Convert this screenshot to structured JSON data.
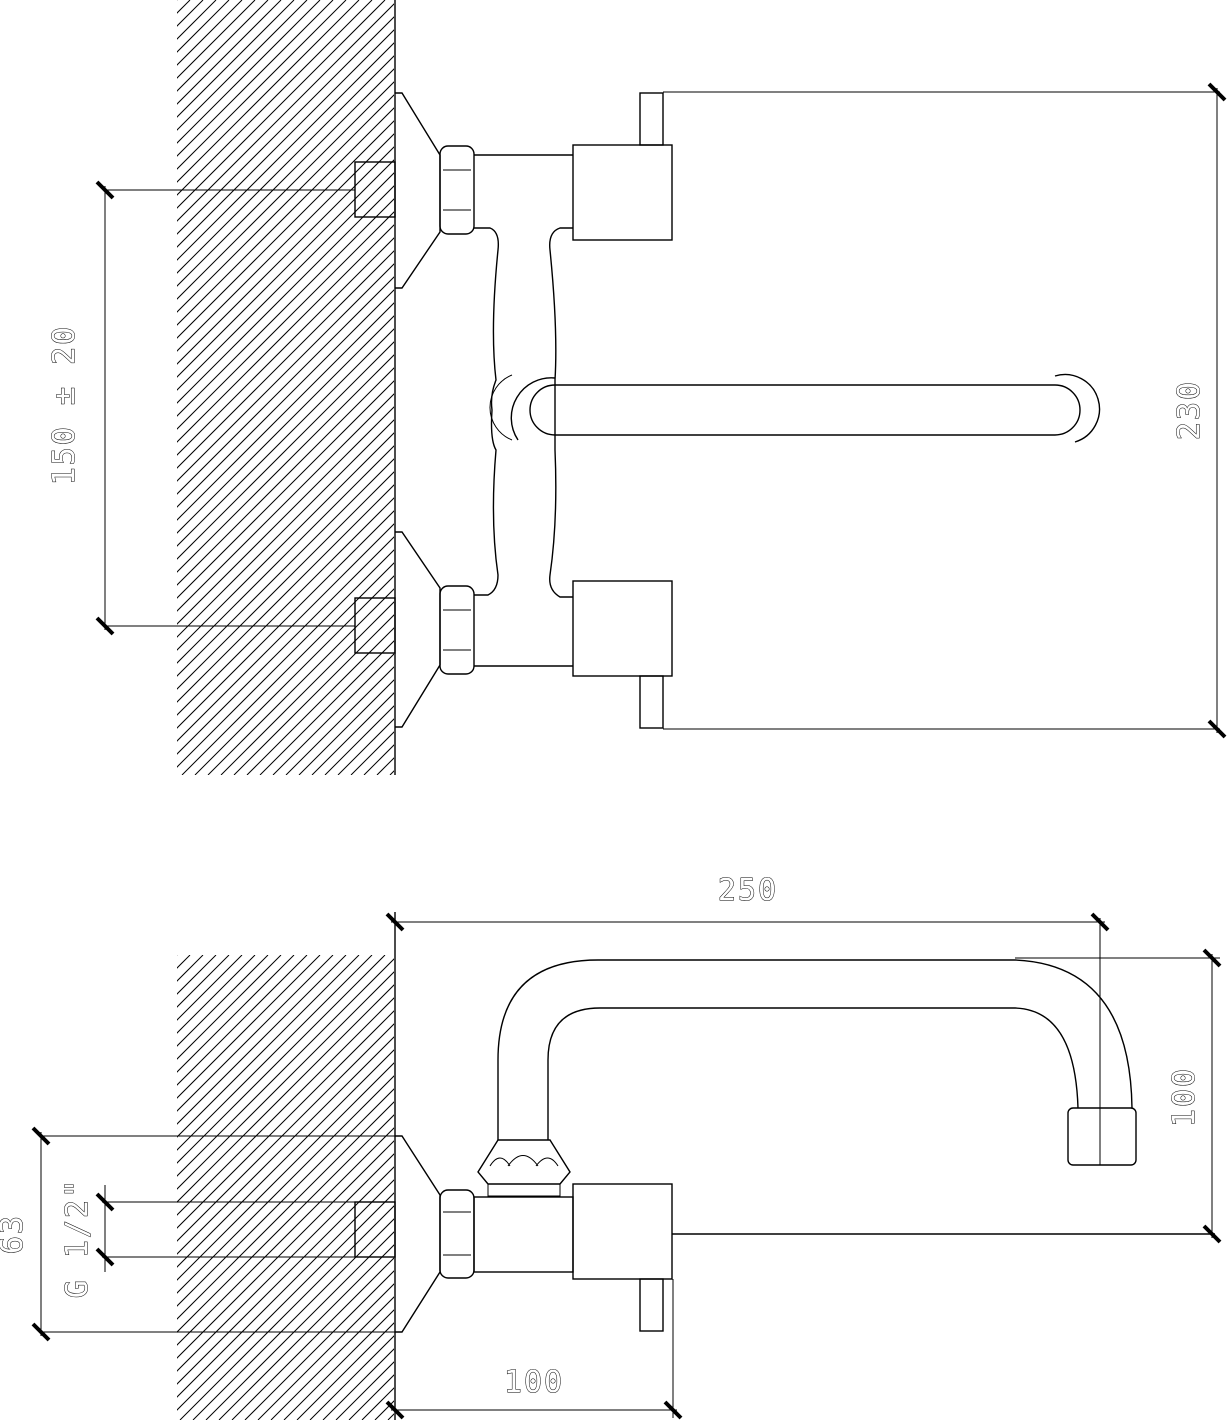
{
  "top_view": {
    "dimensions": {
      "inlet_spacing": "150 ± 20",
      "total_height": "230"
    }
  },
  "side_view": {
    "dimensions": {
      "spout_reach": "250",
      "spout_height": "100",
      "flange_diameter": "63",
      "thread_size": "G 1/2\"",
      "body_projection": "100"
    }
  },
  "colors": {
    "line": "#000000",
    "background": "#ffffff"
  }
}
